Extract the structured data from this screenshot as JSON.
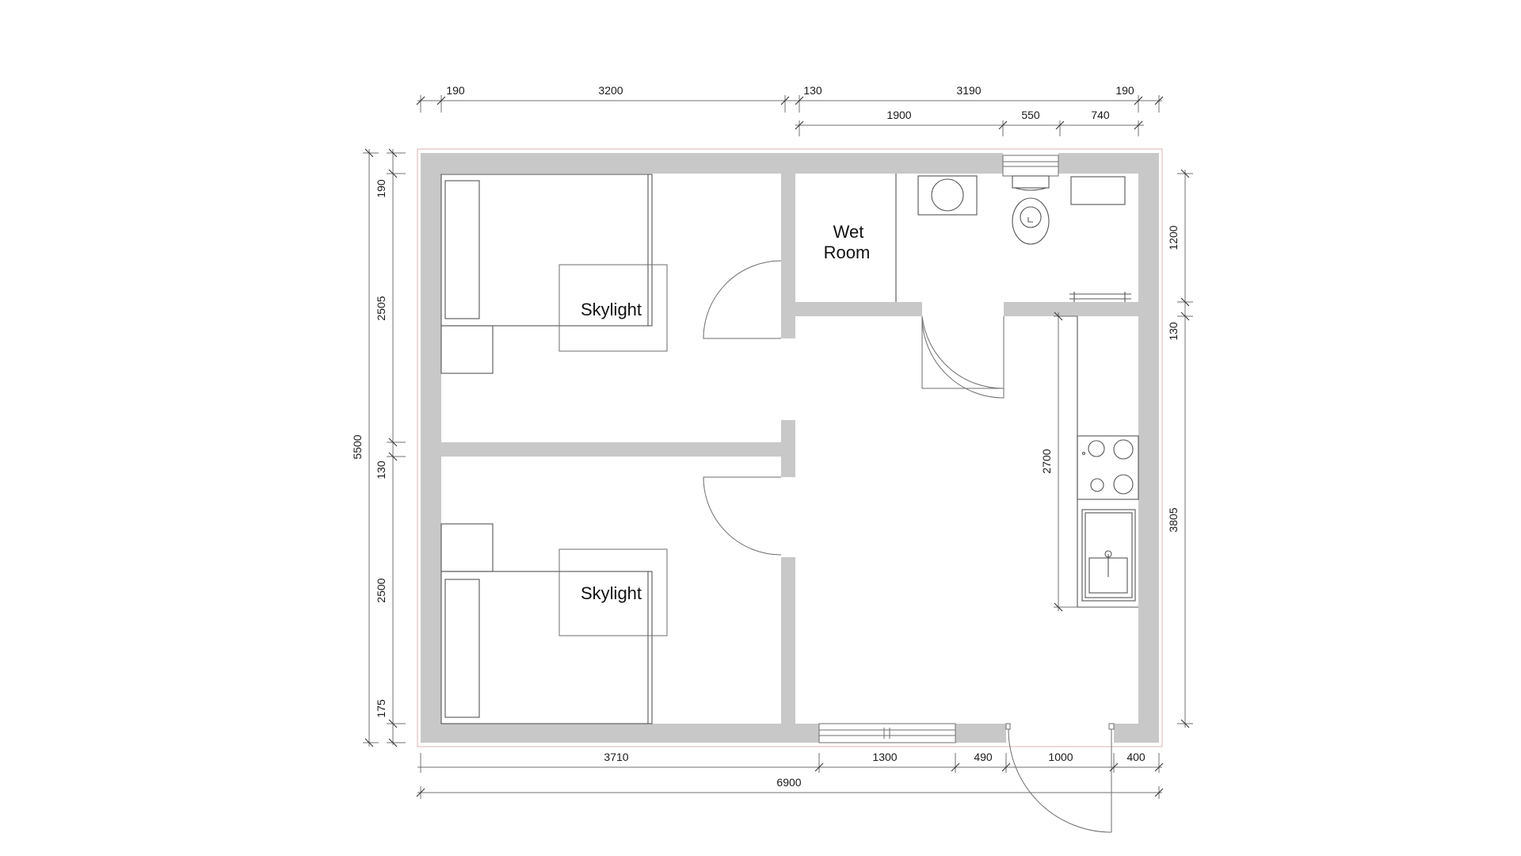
{
  "rooms": {
    "wet_room": [
      "Wet",
      "Room"
    ],
    "skylight_top": "Skylight",
    "skylight_bottom": "Skylight"
  },
  "dimensions": {
    "top_row1": [
      "190",
      "3200",
      "130",
      "3190",
      "190"
    ],
    "top_row2": [
      "1900",
      "550",
      "740"
    ],
    "left_inner": [
      "190",
      "2505",
      "130",
      "2500",
      "175"
    ],
    "left_total": "5500",
    "right": [
      "1200",
      "130",
      "3805"
    ],
    "kitchen": "2700",
    "bottom_row1": [
      "3710",
      "1300",
      "490",
      "1000",
      "400"
    ],
    "bottom_total": "6900"
  },
  "colors": {
    "wall": "#c8c8c8",
    "line": "#555555"
  }
}
